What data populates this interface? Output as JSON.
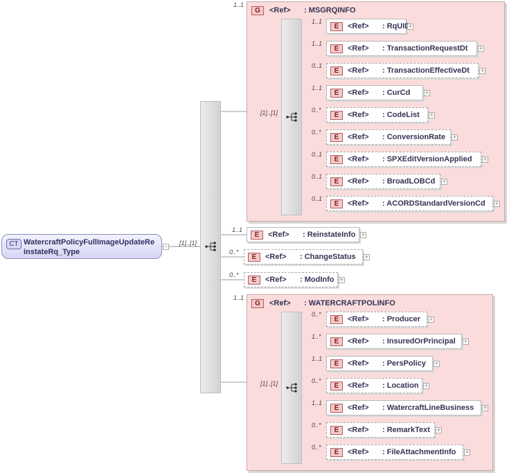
{
  "root": {
    "badge": "CT",
    "name_line1": "WatercraftPolicyFullImageUpdateRe",
    "name_line2": "instateRq_Type"
  },
  "root_seq_card": "[1]..[1]",
  "groups": {
    "msgrqinfo": {
      "badge": "G",
      "ref": "<Ref>",
      "name": ": MSGRQINFO",
      "card": "1..1",
      "seq_card": "[1]..[1]",
      "elements": [
        {
          "card": "1..1",
          "ref": "<Ref>",
          "name": ": RqUID"
        },
        {
          "card": "1..1",
          "ref": "<Ref>",
          "name": ": TransactionRequestDt"
        },
        {
          "card": "0..1",
          "ref": "<Ref>",
          "name": ": TransactionEffectiveDt"
        },
        {
          "card": "1..1",
          "ref": "<Ref>",
          "name": ": CurCd"
        },
        {
          "card": "0..*",
          "ref": "<Ref>",
          "name": ": CodeList"
        },
        {
          "card": "0..*",
          "ref": "<Ref>",
          "name": ": ConversionRate"
        },
        {
          "card": "0..1",
          "ref": "<Ref>",
          "name": ": SPXEditVersionApplied"
        },
        {
          "card": "0..1",
          "ref": "<Ref>",
          "name": ": BroadLOBCd"
        },
        {
          "card": "0..1",
          "ref": "<Ref>",
          "name": ": ACORDStandardVersionCd"
        }
      ]
    },
    "watercraftpolinfo": {
      "badge": "G",
      "ref": "<Ref>",
      "name": ": WATERCRAFTPOLINFO",
      "card": "1..1",
      "seq_card": "[1]..[1]",
      "elements": [
        {
          "card": "0..*",
          "ref": "<Ref>",
          "name": ": Producer"
        },
        {
          "card": "1..*",
          "ref": "<Ref>",
          "name": ": InsuredOrPrincipal"
        },
        {
          "card": "1..1",
          "ref": "<Ref>",
          "name": ": PersPolicy"
        },
        {
          "card": "0..*",
          "ref": "<Ref>",
          "name": ": Location"
        },
        {
          "card": "1..1",
          "ref": "<Ref>",
          "name": ": WatercraftLineBusiness"
        },
        {
          "card": "0..*",
          "ref": "<Ref>",
          "name": ": RemarkText"
        },
        {
          "card": "0..*",
          "ref": "<Ref>",
          "name": ": FileAttachmentInfo"
        }
      ]
    }
  },
  "mid_elements": [
    {
      "card": "1..1",
      "ref": "<Ref>",
      "name": ": ReinstateInfo"
    },
    {
      "card": "0..*",
      "ref": "<Ref>",
      "name": ": ChangeStatus"
    },
    {
      "card": "0..*",
      "ref": "<Ref>",
      "name": ": ModInfo"
    }
  ]
}
